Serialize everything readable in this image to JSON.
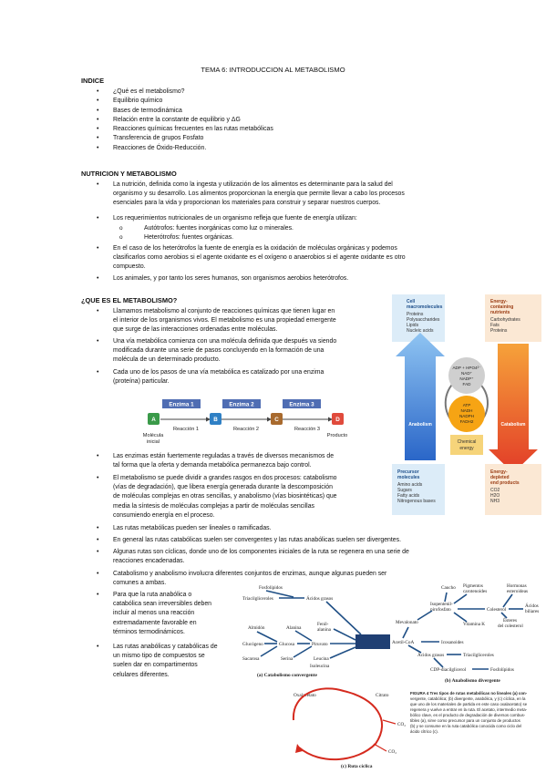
{
  "doc": {
    "title": "TEMA 6: INTRODUCCION AL METABOLISMO",
    "indice": {
      "heading": "INDICE",
      "items": [
        "¿Qué es el metabolismo?",
        "Equilibrio químico",
        "Bases de termodinámica",
        "Relación entre la constante de equilibrio y ΔG",
        "Reacciones químicas frecuentes en las rutas metabólicas",
        "Transferencia de grupos Fosfato",
        "Reacciones de Óxido-Reducción."
      ]
    },
    "nutricion": {
      "heading": "NUTRICION Y METABOLISMO",
      "b1": [
        "La nutrición, definida como la ingesta y utilización de los alimentos es determinante para la salud del",
        "organismo y su desarrollo. Los alimentos proporcionan la energía que permite llevar a cabo los procesos",
        "esenciales para la vida y proporcionan los materiales para construir y separar nuestros cuerpos."
      ],
      "b2": "Los requerimientos nutricionales de un organismo refleja que fuente de energía utilizan:",
      "sub1": "Autótrofos: fuentes inorgánicas como luz o minerales.",
      "sub2": "Heterótrofos: fuentes orgánicas.",
      "b3": [
        "En el caso de los heterótrofos la fuente de energía es la oxidación de moléculas orgánicas y podemos",
        "clasificarlos como aerobios si el agente oxidante es el oxígeno o anaerobios si el agente oxidante es otro",
        "compuesto."
      ],
      "b4": "Los animales, y por tanto los seres humanos, son organismos aerobios heterótrofos."
    },
    "que": {
      "heading": "¿QUE ES EL METABOLISMO?",
      "b1": [
        "Llamamos metabolismo al conjunto de reacciones químicas que tienen lugar en",
        "el interior de los organismos vivos. El metabolismo es una propiedad emergente",
        "que surge de las interacciones ordenadas entre moléculas."
      ],
      "b2": [
        "Una vía metabólica comienza con una molécula definida que después va siendo",
        "modificada durante una serie de pasos concluyendo en la formación de una",
        "molécula de un determinado producto."
      ],
      "b3": [
        "Cada uno de los pasos de una vía metabólica es catalizado por una enzima",
        "(proteína) particular."
      ],
      "b4": [
        "Las enzimas están fuertemente reguladas a través de diversos mecanismos de",
        "tal forma que la oferta y demanda metabólica permanezca bajo control."
      ],
      "b5": [
        "El metabolismo se puede dividir a grandes rasgos en dos procesos: catabolismo",
        "(vías de degradación), que libera energía generada durante la descomposición",
        "de moléculas complejas en otras sencillas, y anabolismo (vías biosintéticas) que",
        "media la síntesis de moléculas complejas a partir de moléculas sencillas",
        "consumiendo energía en el proceso."
      ],
      "b6": "Las rutas metabólicas pueden ser lineales o ramificadas.",
      "b7": "En general las rutas catabólicas suelen ser convergentes y las rutas anabólicas suelen ser divergentes.",
      "b8": [
        "Algunas rutas son cíclicas, donde uno de los componentes iniciales de la ruta se regenera en una serie de",
        "reacciones encadenadas."
      ],
      "b9": [
        "Catabolismo y anabolismo involucra diferentes conjuntos de enzimas, aunque algunas pueden ser",
        "comunes a ambas."
      ],
      "b10": [
        "Para que la ruta anabólica o",
        "catabólica sean irreversibles deben",
        "incluir al menos una reacción",
        "extremadamente favorable en",
        "términos termodinámicos."
      ],
      "b11": [
        "Las rutas anabólicas y catabólicas de",
        "un mismo tipo de compuestos se",
        "suelen dar en compartimentos",
        "celulares diferentes."
      ]
    },
    "enzyme_fig": {
      "enzymes": [
        "Enzima 1",
        "Enzima 2",
        "Enzima 3"
      ],
      "nodes": [
        "A",
        "B",
        "C",
        "D"
      ],
      "reactions": [
        "Reacción 1",
        "Reacción 2",
        "Reacción 3"
      ],
      "start": [
        "Molécula",
        "inicial"
      ],
      "end": "Producto"
    },
    "met_fig": {
      "cell_title": [
        "Cell",
        "macromolecules"
      ],
      "cell_items": [
        "Proteins",
        "Polysaccharides",
        "Lipids",
        "Nucleic acids"
      ],
      "energy_title": [
        "Energy-",
        "containing",
        "nutrients"
      ],
      "energy_items": [
        "Carbohydrates",
        "Fats",
        "Proteins"
      ],
      "adp": [
        "ADP + HPO4²⁻",
        "NAD⁺",
        "NADP⁺",
        "FAD"
      ],
      "atp": [
        "ATP",
        "NADH",
        "NADPH",
        "FADH2"
      ],
      "chem": [
        "Chemical",
        "energy"
      ],
      "anabolism": "Anabolism",
      "catabolism": "Catabolism",
      "prec_title": [
        "Precursor",
        "molecules"
      ],
      "prec_items": [
        "Amino acids",
        "Sugars",
        "Fatty acids",
        "Nitrogenous bases"
      ],
      "dep_title": [
        "Energy-",
        "depleted",
        "end products"
      ],
      "dep_items": [
        "CO2",
        "H2O",
        "NH3"
      ]
    },
    "paths_fig": {
      "fosfolipidos": "Fosfolípidos",
      "triacilgliceroles": "Triacilgliceroles",
      "acidos_grasos": "Ácidos grasos",
      "alanina": "Alanina",
      "almidon": "Almidón",
      "fenil": [
        "Fenil-",
        "alanina"
      ],
      "glucogeno": "Glucógeno",
      "glucosa": "Glucosa",
      "piruvato": "Piruvato",
      "sacarosa": "Sacarosa",
      "serina": "Serina",
      "leucina": "Leucina",
      "isoleucina": "Isoleucina",
      "acetil": "Acetil-CoA",
      "cap_a": "(a) Catabolismo convergente",
      "caucho": "Caucho",
      "pigmentos": [
        "Pigmentos",
        "carotenoides"
      ],
      "hormonas": [
        "Hormonas",
        "esteroideas"
      ],
      "isopentenil": [
        "Isopentenil-",
        "pirofosfato"
      ],
      "colesterol": "Colesterol",
      "acidos_biliares": [
        "Ácidos",
        "biliares"
      ],
      "mevalonato": "Mevalonato",
      "vitamina": "Vitamina K",
      "esteres": [
        "Ésteres",
        "del colesterol"
      ],
      "isoeicosanoides": "Icosanoides",
      "acidos_grasos2": "Ácidos grasos",
      "triacil2": "Triacilgliceroles",
      "cdp": "CDP-diacilglicerol",
      "fosfolipidos2": "Fosfolípidos",
      "cap_b": "(b) Anabolismo divergente",
      "oxalacetato": "Oxalacetato",
      "citrato": "Citrato",
      "co2": "CO₂",
      "cap_c": "(c) Ruta cíclica",
      "caption": [
        "FIGURA 4  Tres tipos de rutas metabólicas no lineales (a) con-",
        "vergente, catabólica; (b) divergente, anabólica, y (c) cíclica, en la",
        "que uno de los materiales de partida en este caso oxalacetato) se",
        "regenera y vuelve a entrar en la ruta. El acetato, intermedio meta-",
        "bólico clave, es el producto de degradación de diversos combus-",
        "tibles (a), sirve como precursor para un conjunto de productos",
        "(b) y se consume en la ruta catabólica conocida como ciclo del",
        "ácido cítrico (c)."
      ]
    }
  }
}
